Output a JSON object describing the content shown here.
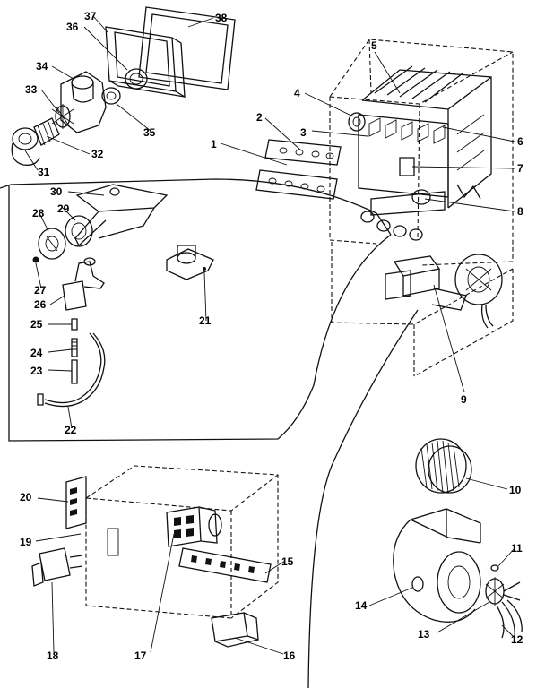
{
  "diagram": {
    "callouts": [
      {
        "id": "c1",
        "text": "1"
      },
      {
        "id": "c2",
        "text": "2"
      },
      {
        "id": "c3",
        "text": "3"
      },
      {
        "id": "c4",
        "text": "4"
      },
      {
        "id": "c5",
        "text": "5"
      },
      {
        "id": "c6",
        "text": "6"
      },
      {
        "id": "c7",
        "text": "7"
      },
      {
        "id": "c8",
        "text": "8"
      },
      {
        "id": "c9",
        "text": "9"
      },
      {
        "id": "c10",
        "text": "10"
      },
      {
        "id": "c11",
        "text": "11"
      },
      {
        "id": "c12",
        "text": "12"
      },
      {
        "id": "c13",
        "text": "13"
      },
      {
        "id": "c14",
        "text": "14"
      },
      {
        "id": "c15",
        "text": "15"
      },
      {
        "id": "c16",
        "text": "16"
      },
      {
        "id": "c17",
        "text": "17"
      },
      {
        "id": "c18",
        "text": "18"
      },
      {
        "id": "c19",
        "text": "19"
      },
      {
        "id": "c20",
        "text": "20"
      },
      {
        "id": "c21",
        "text": "21"
      },
      {
        "id": "c22",
        "text": "22"
      },
      {
        "id": "c23",
        "text": "23"
      },
      {
        "id": "c24",
        "text": "24"
      },
      {
        "id": "c25",
        "text": "25"
      },
      {
        "id": "c26",
        "text": "26"
      },
      {
        "id": "c27",
        "text": "27"
      },
      {
        "id": "c28",
        "text": "28"
      },
      {
        "id": "c29",
        "text": "29"
      },
      {
        "id": "c30",
        "text": "30"
      },
      {
        "id": "c31",
        "text": "31"
      },
      {
        "id": "c32",
        "text": "32"
      },
      {
        "id": "c33",
        "text": "33"
      },
      {
        "id": "c34",
        "text": "34"
      },
      {
        "id": "c35",
        "text": "35"
      },
      {
        "id": "c36",
        "text": "36"
      },
      {
        "id": "c37",
        "text": "37"
      },
      {
        "id": "c38",
        "text": "38"
      }
    ]
  }
}
